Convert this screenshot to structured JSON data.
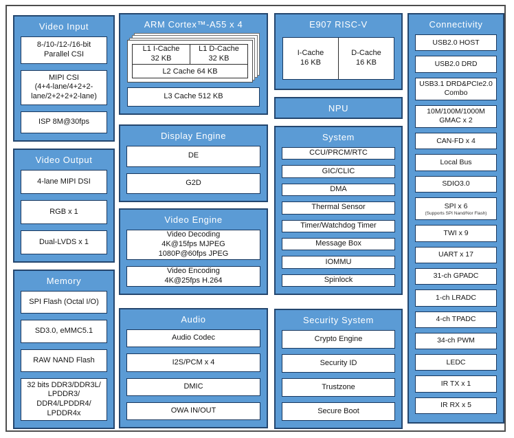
{
  "colors": {
    "panel_blue": "#5B9BD5",
    "panel_border": "#24466E",
    "box_border": "#17365D",
    "frame_border": "#4d4d4d",
    "title_text": "#ffffff"
  },
  "panels": {
    "video_input": {
      "title": "Video Input",
      "items": [
        "8-/10-/12-/16-bit\nParallel CSI",
        "MIPI CSI\n(4+4-lane/4+2+2-\nlane/2+2+2+2-lane)",
        "ISP 8M@30fps"
      ]
    },
    "video_output": {
      "title": "Video Output",
      "items": [
        "4-lane MIPI DSI",
        "RGB x 1",
        "Dual-LVDS x 1"
      ]
    },
    "memory": {
      "title": "Memory",
      "items": [
        "SPI Flash (Octal I/O)",
        "SD3.0, eMMC5.1",
        "RAW NAND Flash",
        "32 bits DDR3/DDR3L/\nLPDDR3/\nDDR4/LPDDR4/\nLPDDR4x"
      ]
    },
    "arm": {
      "title": "ARM Cortex™-A55 x 4",
      "l1_icache": "L1 I-Cache\n32 KB",
      "l1_dcache": "L1 D-Cache\n32 KB",
      "l2_cache": "L2 Cache 64 KB",
      "l3_cache": "L3 Cache 512 KB"
    },
    "display_engine": {
      "title": "Display Engine",
      "items": [
        "DE",
        "G2D"
      ]
    },
    "video_engine": {
      "title": "Video Engine",
      "items": [
        "Video Decoding\n4K@15fps MJPEG\n1080P@60fps JPEG",
        "Video Encoding\n4K@25fps H.264"
      ]
    },
    "audio": {
      "title": "Audio",
      "items": [
        "Audio Codec",
        "I2S/PCM x 4",
        "DMIC",
        "OWA IN/OUT"
      ]
    },
    "e907": {
      "title": "E907 RISC-V",
      "icache": "I-Cache\n16 KB",
      "dcache": "D-Cache\n16 KB"
    },
    "npu": {
      "title": "NPU"
    },
    "system": {
      "title": "System",
      "items": [
        "CCU/PRCM/RTC",
        "GIC/CLIC",
        "DMA",
        "Thermal Sensor",
        "Timer/Watchdog Timer",
        "Message Box",
        "IOMMU",
        "Spinlock"
      ]
    },
    "security": {
      "title": "Security System",
      "items": [
        "Crypto Engine",
        "Security ID",
        "Trustzone",
        "Secure Boot"
      ]
    },
    "connectivity": {
      "title": "Connectivity",
      "items": [
        {
          "label": "USB2.0 HOST"
        },
        {
          "label": "USB2.0 DRD"
        },
        {
          "label": "USB3.1 DRD&PCIe2.0\nCombo"
        },
        {
          "label": "10M/100M/1000M\nGMAC x 2"
        },
        {
          "label": "CAN-FD x 4"
        },
        {
          "label": "Local Bus"
        },
        {
          "label": "SDIO3.0"
        },
        {
          "label": "SPI x 6",
          "sub": "(Supports SPI Nand/Nor Flash)"
        },
        {
          "label": "TWI x 9"
        },
        {
          "label": "UART x 17"
        },
        {
          "label": "31-ch GPADC"
        },
        {
          "label": "1-ch LRADC"
        },
        {
          "label": "4-ch TPADC"
        },
        {
          "label": "34-ch PWM"
        },
        {
          "label": "LEDC"
        },
        {
          "label": "IR TX x 1"
        },
        {
          "label": "IR RX x 5"
        }
      ]
    }
  }
}
